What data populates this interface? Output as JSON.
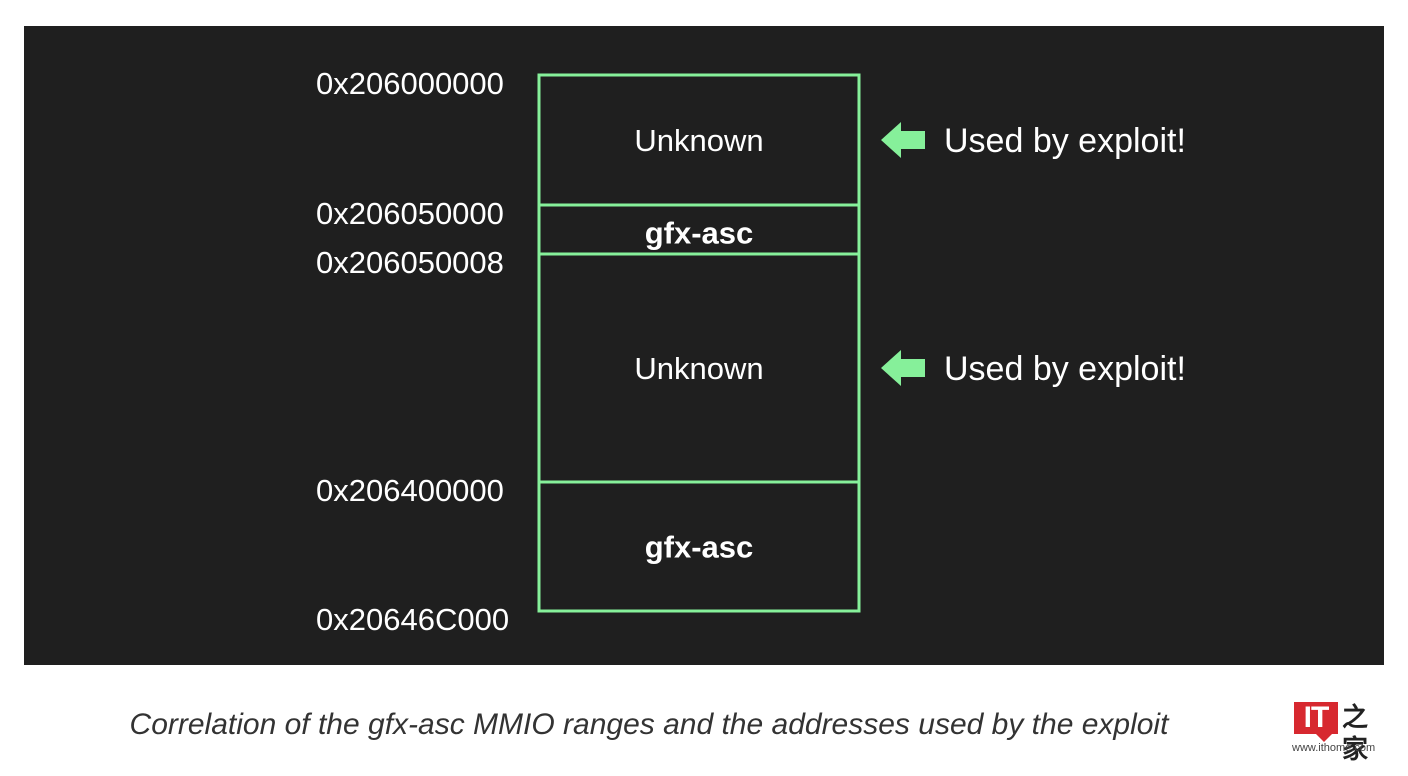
{
  "diagram": {
    "colors": {
      "background": "#1f1f1f",
      "accent": "#86f09a",
      "text": "#ffffff"
    },
    "boundaries": [
      {
        "id": "b0",
        "address": "0x206000000"
      },
      {
        "id": "b1",
        "address": "0x206050000"
      },
      {
        "id": "b2",
        "address": "0x206050008"
      },
      {
        "id": "b3",
        "address": "0x206400000"
      },
      {
        "id": "b4",
        "address": "0x20646C000"
      }
    ],
    "regions": [
      {
        "id": "r0",
        "label": "Unknown",
        "bold": false,
        "used_by_exploit": true
      },
      {
        "id": "r1",
        "label": "gfx-asc",
        "bold": true,
        "used_by_exploit": false
      },
      {
        "id": "r2",
        "label": "Unknown",
        "bold": false,
        "used_by_exploit": true
      },
      {
        "id": "r3",
        "label": "gfx-asc",
        "bold": true,
        "used_by_exploit": false
      }
    ],
    "annotation_text": "Used by exploit!",
    "arrow_icon": "left-arrow-icon"
  },
  "caption": "Correlation of the gfx-asc MMIO ranges and the addresses used by the exploit",
  "logo": {
    "mark": "IT",
    "name": "之家",
    "url": "www.ithome.com",
    "brand_color": "#d7282f"
  }
}
